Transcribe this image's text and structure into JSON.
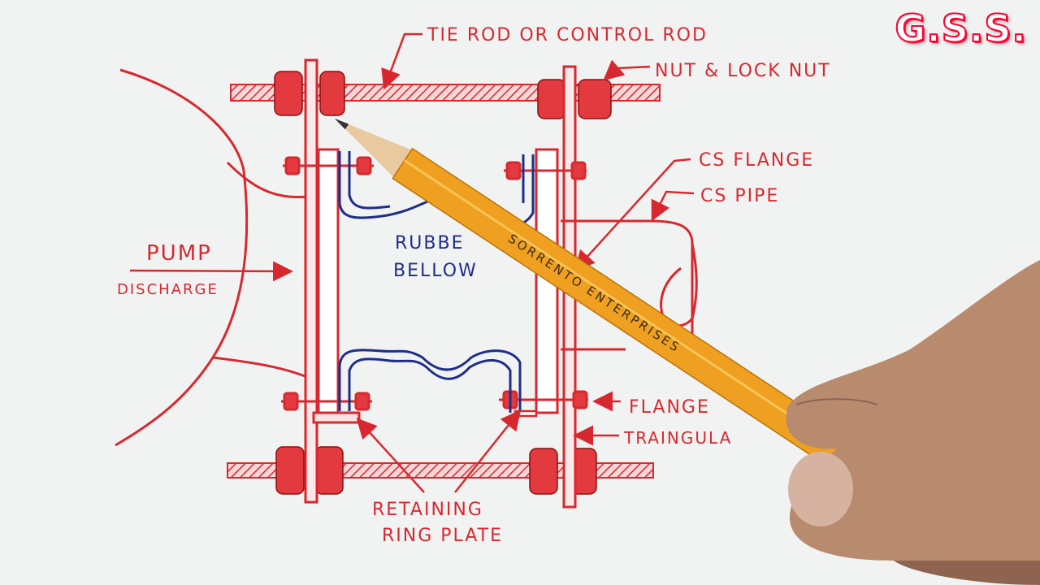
{
  "watermark": "G.S.S.",
  "labels": {
    "tie_rod": "TIE ROD OR CONTROL ROD",
    "nut_lock": "NUT & LOCK NUT",
    "cs_flange": "CS FLANGE",
    "cs_pipe": "CS PIPE",
    "pump": "PUMP",
    "discharge": "DISCHARGE",
    "rubber": "RUBBE",
    "bellow": "BELLOW",
    "flange": "FLANGE",
    "triangular": "TRAINGULA",
    "retaining": "RETAINING",
    "ring_plate": "RING PLATE"
  },
  "pencil_text": "SORRENTO ENTERPRISES",
  "colors": {
    "red_ink": "#d8282f",
    "blue_ink": "#1f2d8a",
    "pencil": "#f0a020",
    "paper": "#f1f3f2",
    "skin": "#b88a6e"
  }
}
